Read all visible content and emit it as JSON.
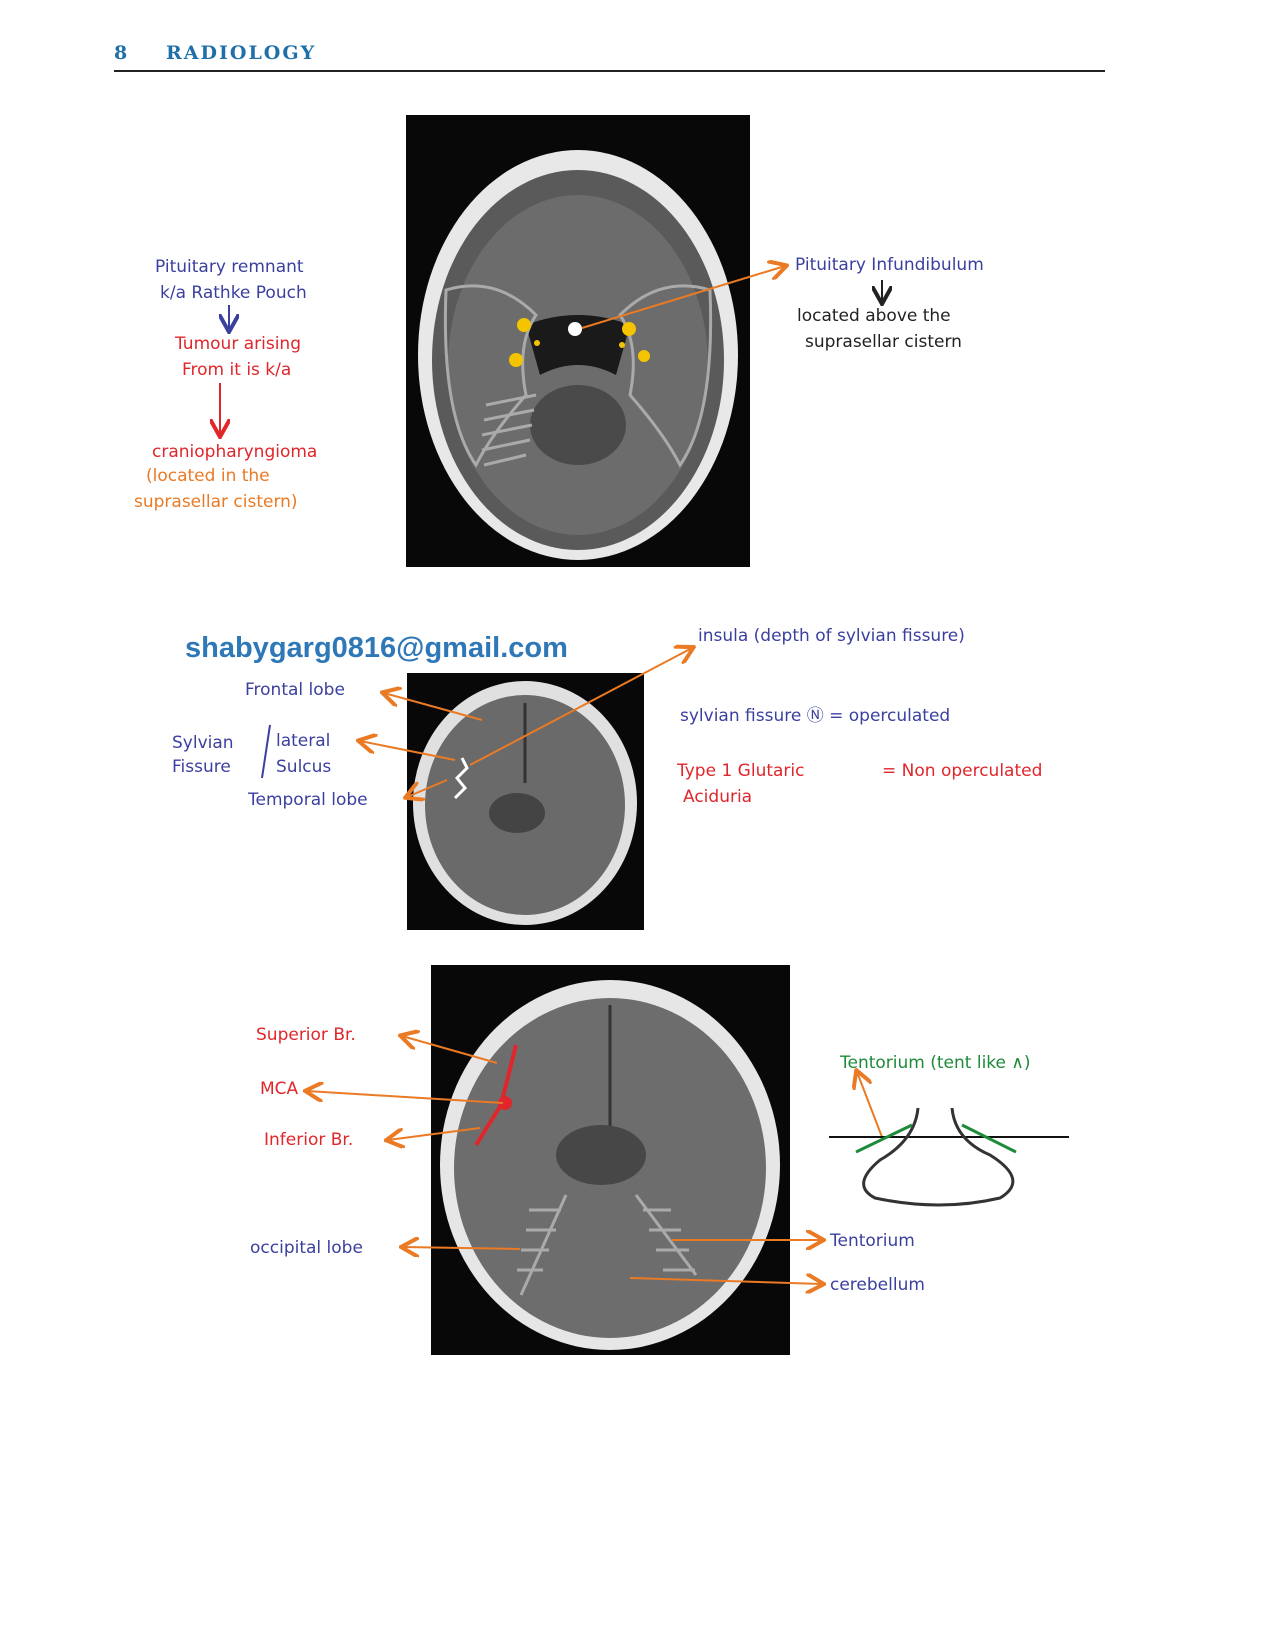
{
  "header": {
    "page_number": "8",
    "title": "RADIOLOGY"
  },
  "watermark_email": "shabygarg0816@gmail.com",
  "figure1": {
    "left_notes": {
      "line1": "Pituitary remnant",
      "line2": "k/a Rathke Pouch",
      "line3": "Tumour arising",
      "line4": "From it is k/a",
      "line5": "craniopharyngioma",
      "line6": "(located in the",
      "line7": "suprasellar cistern)"
    },
    "right_notes": {
      "label": "Pituitary Infundibulum",
      "line1": "located above the",
      "line2": "suprasellar cistern"
    }
  },
  "figure2": {
    "frontal": "Frontal lobe",
    "sylvian1": "Sylvian",
    "sylvian2": "Fissure",
    "lateral1": "lateral",
    "lateral2": "Sulcus",
    "temporal": "Temporal lobe",
    "insula": "insula (depth of sylvian fissure)",
    "normal": "sylvian fissure Ⓝ = operculated",
    "type1a": "Type 1 Glutaric",
    "type1b": "Aciduria",
    "type1c": "= Non operculated"
  },
  "figure3": {
    "superior": "Superior Br.",
    "mca": "MCA",
    "inferior": "Inferior Br.",
    "occipital": "occipital lobe",
    "tentorium_diagram": "Tentorium (tent like ∧)",
    "tentorium": "Tentorium",
    "cerebellum": "cerebellum"
  },
  "colors": {
    "blue": "#3b3f9e",
    "red": "#e0262b",
    "orange": "#ea7a24",
    "green": "#1e8a3a",
    "header": "#1f6fa8"
  }
}
